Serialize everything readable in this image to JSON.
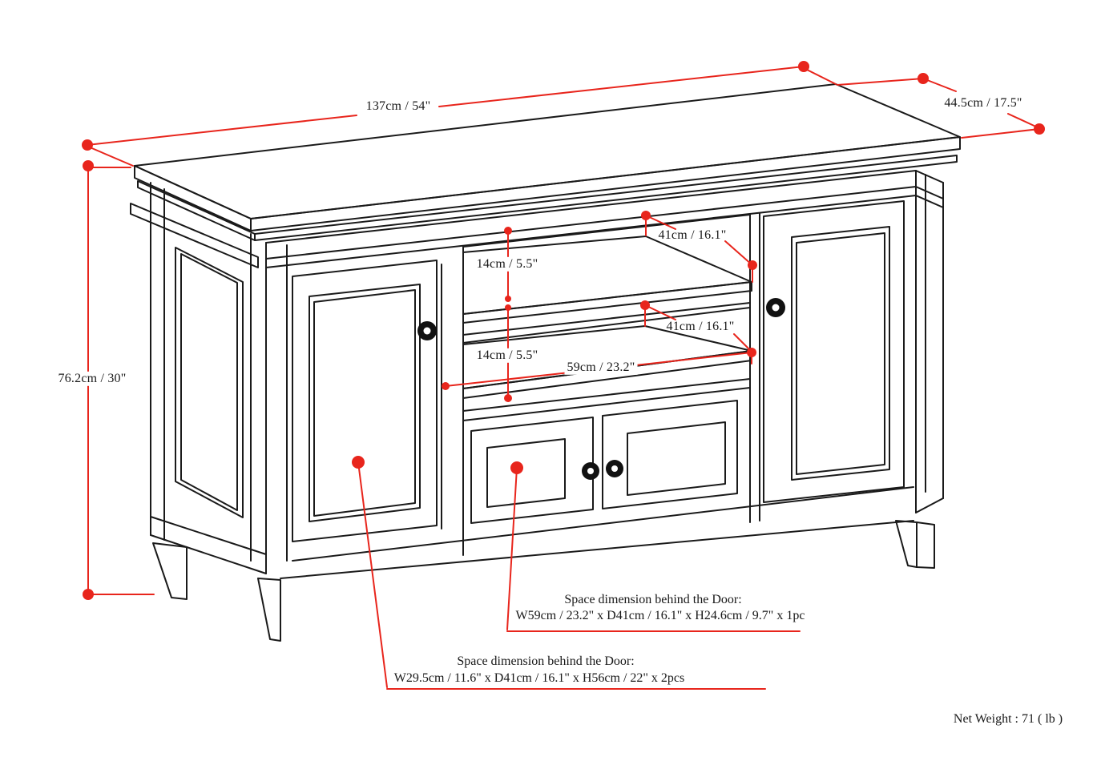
{
  "drawing": {
    "subject": "TV stand cabinet dimensioned line drawing",
    "background": "#ffffff",
    "line_color": "#1a1a1a",
    "accent_color": "#e8251c"
  },
  "dimensions": {
    "top_width": "137cm / 54\"",
    "top_depth": "44.5cm / 17.5\"",
    "overall_height": "76.2cm / 30\"",
    "upper_shelf_depth": "41cm / 16.1\"",
    "upper_shelf_height": "14cm / 5.5\"",
    "lower_shelf_depth": "41cm / 16.1\"",
    "lower_shelf_height": "14cm / 5.5\"",
    "center_opening_width": "59cm / 23.2\""
  },
  "notes": {
    "center_door_space": {
      "title": "Space dimension behind the Door:",
      "detail": "W59cm / 23.2\" x D41cm / 16.1\" x H24.6cm / 9.7\" x 1pc"
    },
    "side_door_space": {
      "title": "Space dimension behind the Door:",
      "detail": "W29.5cm / 11.6\" x D41cm / 16.1\" x H56cm / 22\" x 2pcs"
    },
    "net_weight": "Net Weight : 71 ( lb )"
  }
}
